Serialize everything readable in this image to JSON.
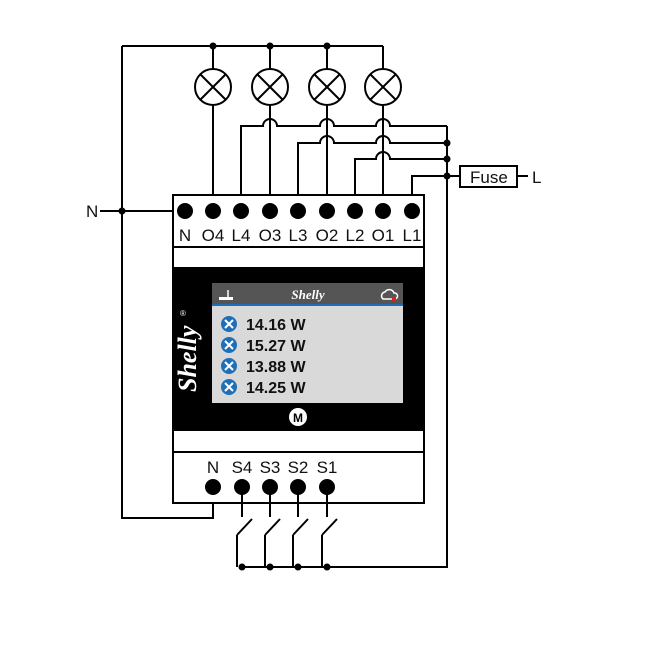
{
  "diagram": {
    "title": "Shelly Pro 4PM wiring diagram",
    "top_terminals": [
      "N",
      "O4",
      "L4",
      "O3",
      "L3",
      "O2",
      "L2",
      "O1",
      "L1"
    ],
    "bottom_terminals": [
      "N",
      "S4",
      "S3",
      "S2",
      "S1"
    ],
    "neutral_label": "N",
    "line_label": "L",
    "fuse_label": "Fuse",
    "brand": "Shelly",
    "registered_mark": "®",
    "screen": {
      "header_brand": "Shelly",
      "readings": [
        "14.16 W",
        "15.27 W",
        "13.88 W",
        "14.25 W"
      ]
    },
    "menu_button": "M",
    "colors": {
      "screen_bg": "#d9d9d9",
      "header_bg": "#555555",
      "accent": "#1e6fb8",
      "cloud_dot": "#e02020"
    }
  }
}
